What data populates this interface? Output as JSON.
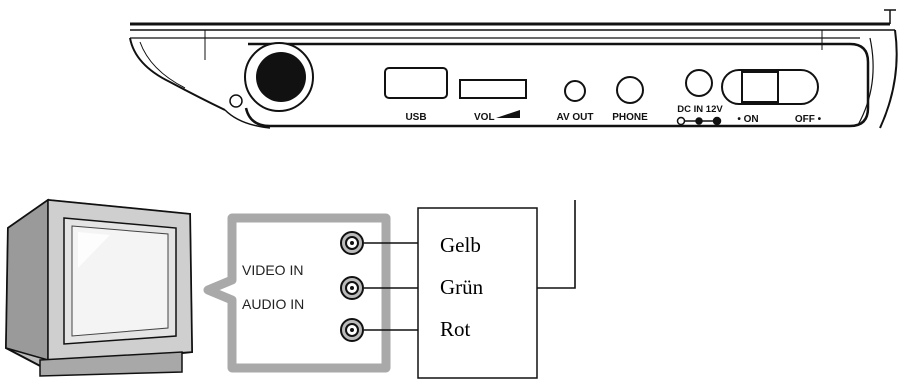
{
  "device_panel": {
    "ports": {
      "usb": "USB",
      "vol": "VOL",
      "av_out": "AV OUT",
      "phone": "PHONE",
      "dc_in": "DC IN 12V",
      "power_on": "• ON",
      "power_off": "OFF •"
    }
  },
  "tv_panel": {
    "video_in": "VIDEO IN",
    "audio_in": "AUDIO IN"
  },
  "cable_box": {
    "colors": [
      "Gelb",
      "Grün",
      "Rot"
    ]
  }
}
